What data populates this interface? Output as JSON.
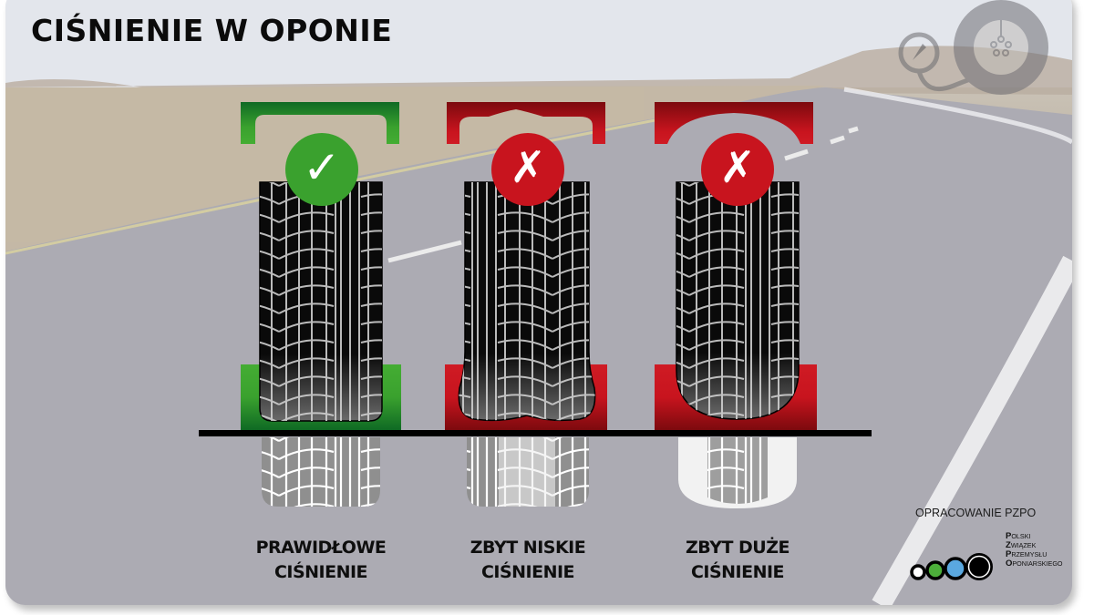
{
  "title": "CIŚNIENIE W OPONIE",
  "colors": {
    "correct": "#3aa12e",
    "wrong": "#c8141e",
    "tire": "#0a0a0a",
    "ground_line": "#000000"
  },
  "panels": [
    {
      "id": "correct",
      "status_icon": "check-icon",
      "status_glyph": "✓",
      "label_line1": "PRAWIDŁOWE",
      "label_line2": "CIŚNIENIE",
      "shape": "flat-profile"
    },
    {
      "id": "too-low",
      "status_icon": "cross-icon",
      "status_glyph": "✗",
      "label_line1": "ZBYT NISKIE",
      "label_line2": "CIŚNIENIE",
      "shape": "sagging-profile"
    },
    {
      "id": "too-high",
      "status_icon": "cross-icon",
      "status_glyph": "✗",
      "label_line1": "ZBYT DUŻE",
      "label_line2": "CIŚNIENIE",
      "shape": "bulging-profile"
    }
  ],
  "credit": {
    "text": "OPRACOWANIE PZPO",
    "org_lines": [
      {
        "initial": "P",
        "rest": "OLSKI"
      },
      {
        "initial": "Z",
        "rest": "WIĄZEK"
      },
      {
        "initial": "P",
        "rest": "RZEMYSŁU"
      },
      {
        "initial": "O",
        "rest": "PONIARSKIEGO"
      }
    ],
    "logo_circle_colors": [
      "#ffffff",
      "#4caf3a",
      "#5aa8e0",
      "#000000"
    ]
  },
  "decor": {
    "corner_icon": "tire-pressure-gauge-icon"
  }
}
